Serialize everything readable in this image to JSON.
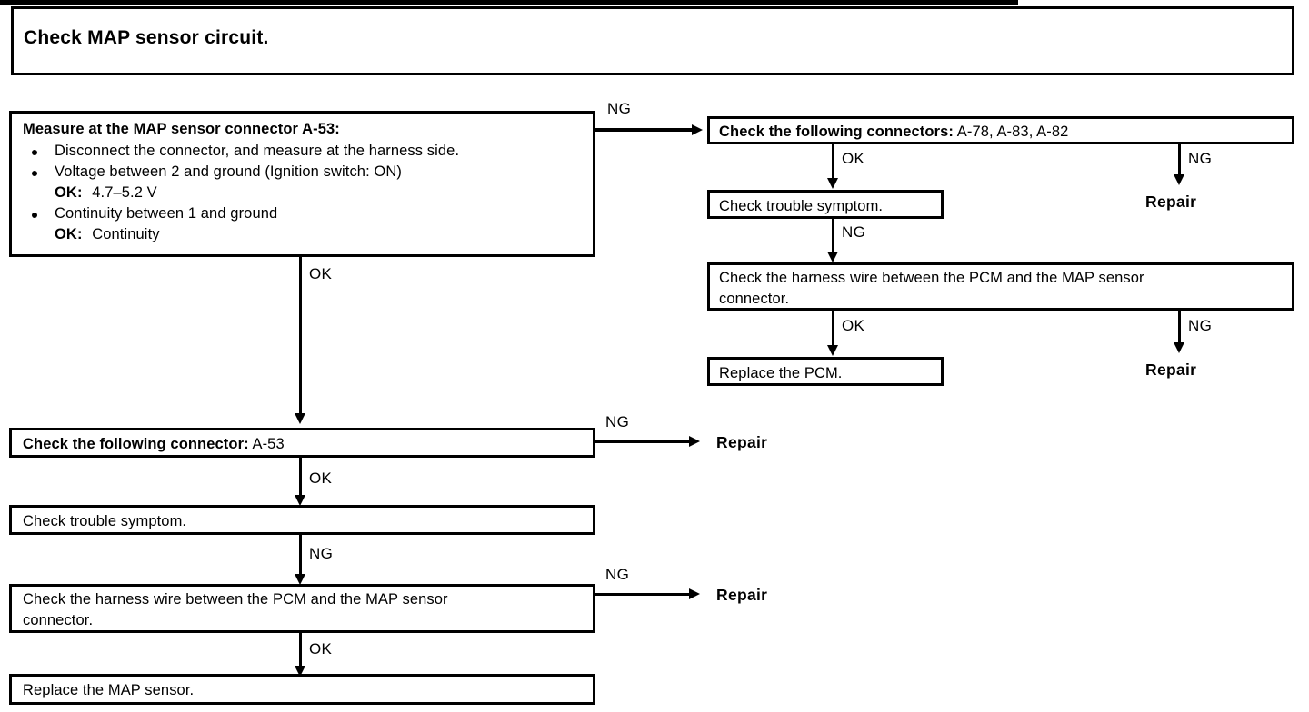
{
  "diagram": {
    "title": "Check MAP sensor circuit.",
    "measure_box": {
      "heading": "Measure at the MAP sensor connector A-53:",
      "bullets": [
        {
          "text": "Disconnect the connector, and measure at the harness side."
        },
        {
          "text": "Voltage between 2 and ground (Ignition switch: ON)",
          "ok_label": "OK:",
          "ok_value": "4.7–5.2 V"
        },
        {
          "text": "Continuity between 1 and ground",
          "ok_label": "OK:",
          "ok_value": "Continuity"
        }
      ]
    },
    "right_branch": {
      "connectors_box": {
        "bold": "Check the following connectors:",
        "rest": " A-78, A-83, A-82"
      },
      "trouble_box": "Check trouble symptom.",
      "harness_box_line1": "Check the harness wire between the PCM and the MAP sensor",
      "harness_box_line2": "connector.",
      "replace_box": "Replace the PCM.",
      "repair_top": "Repair",
      "repair_bottom": "Repair"
    },
    "left_branch": {
      "connector_box": {
        "bold": "Check the following connector:",
        "rest": " A-53"
      },
      "trouble_box": "Check trouble symptom.",
      "harness_box_line1": "Check the harness wire between the PCM and the MAP sensor",
      "harness_box_line2": "connector.",
      "replace_box": "Replace the MAP sensor.",
      "repair_connector": "Repair",
      "repair_harness": "Repair"
    },
    "edge_labels": {
      "ng_measure_to_connectors": "NG",
      "ok_measure_down": "OK",
      "ok_connectors_to_trouble": "OK",
      "ng_connectors_to_repair": "NG",
      "ng_trouble_to_harness": "NG",
      "ok_harness_to_replace": "OK",
      "ng_harness_to_repair": "NG",
      "ng_connector_to_repair_left": "NG",
      "ok_connector_to_trouble_left": "OK",
      "ng_trouble_to_harness_left": "NG",
      "ng_harness_to_repair_left": "NG",
      "ok_harness_to_replace_left": "OK"
    },
    "colors": {
      "ink": "#000000",
      "paper": "#ffffff"
    }
  }
}
